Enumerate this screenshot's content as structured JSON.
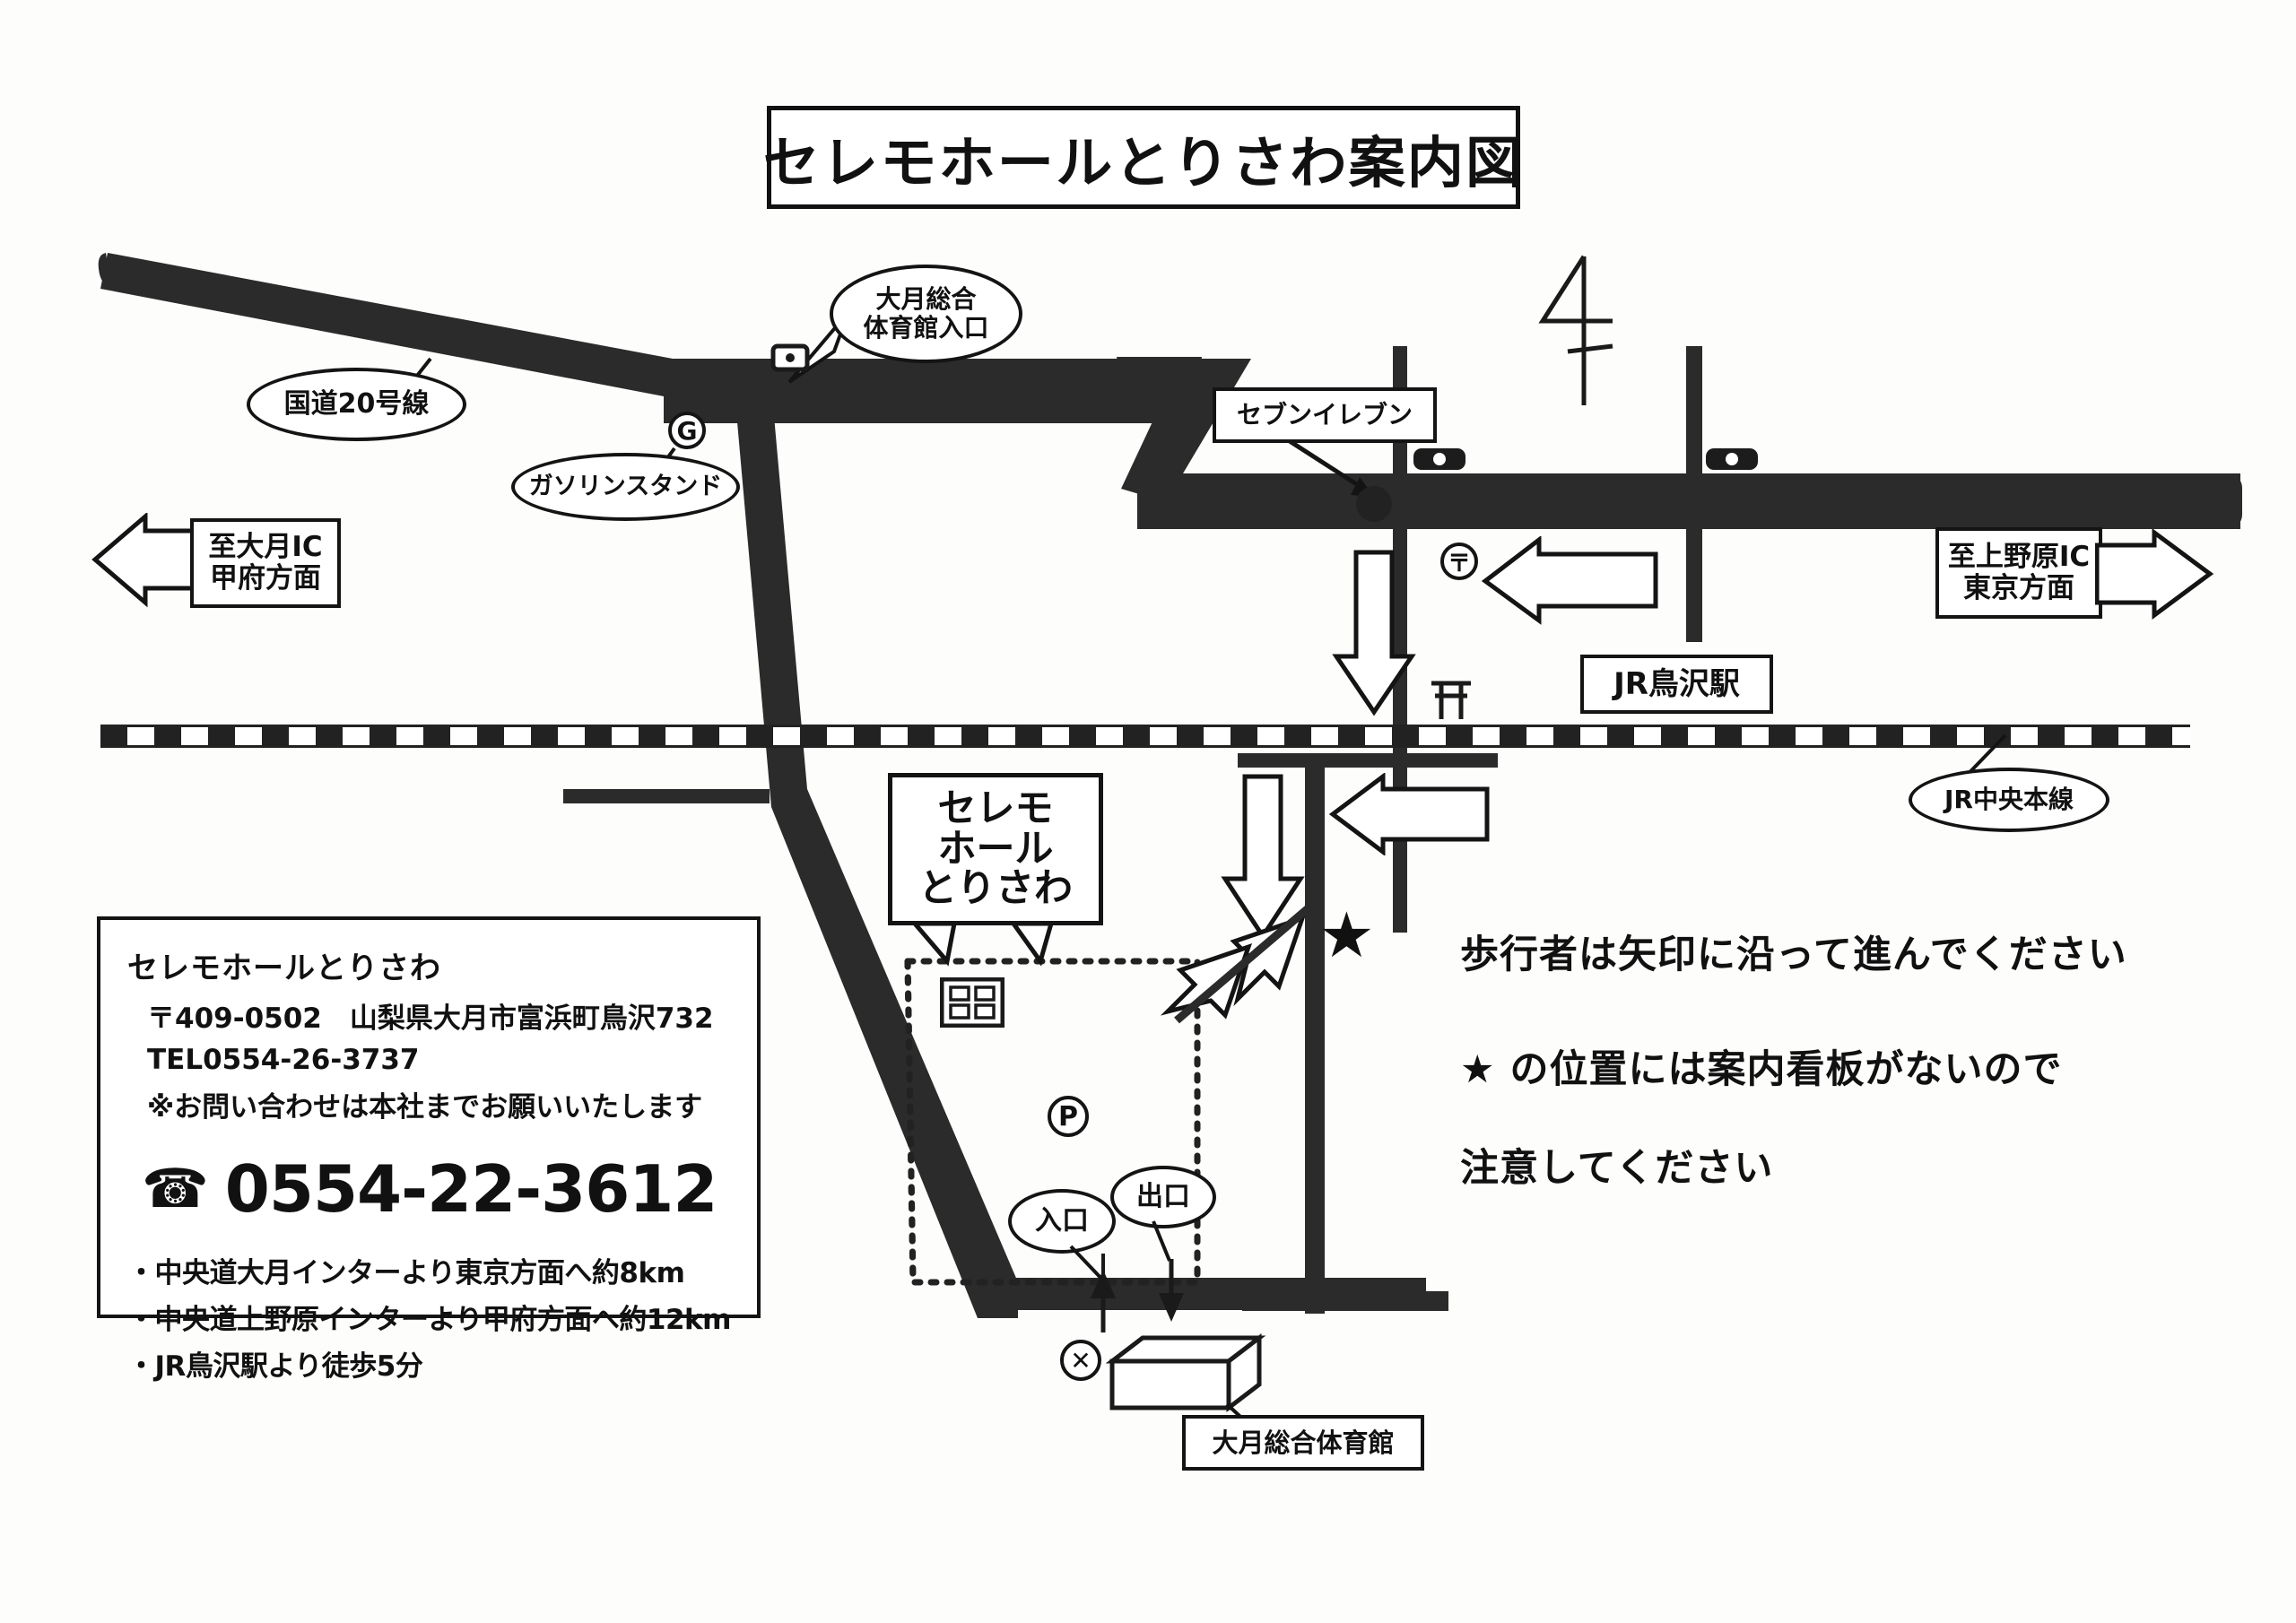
{
  "title": "セレモホールとりさわ案内図",
  "map_labels": {
    "route20": "国道20号線",
    "gas_station": "ガソリンスタンド",
    "gas_station_icon": "G",
    "gym_entrance": "大月総合\n体育館入口",
    "gym_entrance_line1": "大月総合",
    "gym_entrance_line2": "体育館入口",
    "seven_eleven": "セブンイレブン",
    "jr_station": "JR鳥沢駅",
    "jr_line": "JR中央本線",
    "gymnasium": "大月総合体育館",
    "hall_line1": "セレモ",
    "hall_line2": "ホール",
    "hall_line3": "とりさわ",
    "entrance": "入口",
    "exit": "出口",
    "parking_icon": "P",
    "post_office_icon": "〒",
    "north_icon": "N"
  },
  "direction_signs": {
    "left": {
      "line1": "至大月IC",
      "line2": "甲府方面"
    },
    "right": {
      "line1": "至上野原IC",
      "line2": "東京方面"
    }
  },
  "notes": [
    "歩行者は矢印に沿って進んでください",
    "★ の位置には案内看板がないので",
    "注意してください"
  ],
  "info": {
    "name": "セレモホールとりさわ",
    "postal_address": "〒409-0502　山梨県大月市富浜町鳥沢732",
    "tel_small": "TEL0554-26-3737",
    "note": "※お問い合わせは本社までお願いいたします",
    "phone_glyph": "☎",
    "phone_big": "0554-22-3612",
    "access": [
      "・中央道大月インターより東京方面へ約8km",
      "・中央道上野原インターより甲府方面へ約12km",
      "・JR鳥沢駅より徒歩5分"
    ]
  },
  "colors": {
    "ink": "#141414",
    "road": "#2b2b2b",
    "paper": "#fdfdfc"
  }
}
